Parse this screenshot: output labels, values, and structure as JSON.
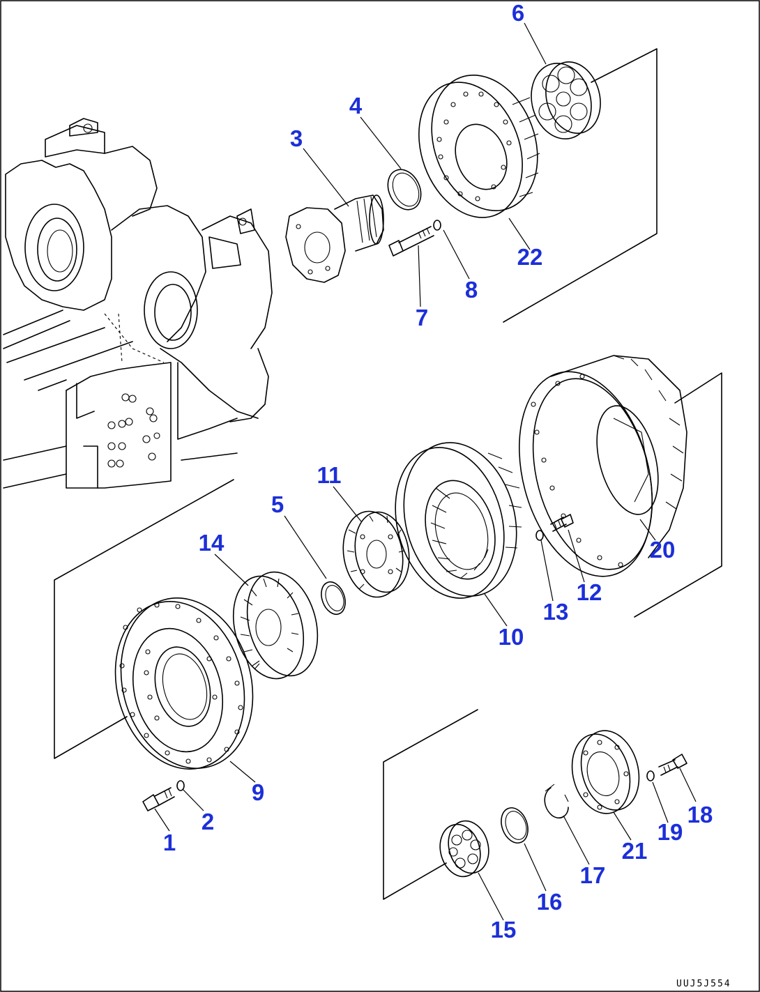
{
  "diagram": {
    "parts": [
      {
        "id": "p1",
        "label": "1"
      },
      {
        "id": "p2",
        "label": "2"
      },
      {
        "id": "p3",
        "label": "3"
      },
      {
        "id": "p4",
        "label": "4"
      },
      {
        "id": "p5",
        "label": "5"
      },
      {
        "id": "p6",
        "label": "6"
      },
      {
        "id": "p7",
        "label": "7"
      },
      {
        "id": "p8",
        "label": "8"
      },
      {
        "id": "p9",
        "label": "9"
      },
      {
        "id": "p10",
        "label": "10"
      },
      {
        "id": "p11",
        "label": "11"
      },
      {
        "id": "p12",
        "label": "12"
      },
      {
        "id": "p13",
        "label": "13"
      },
      {
        "id": "p14",
        "label": "14"
      },
      {
        "id": "p15",
        "label": "15"
      },
      {
        "id": "p16",
        "label": "16"
      },
      {
        "id": "p17",
        "label": "17"
      },
      {
        "id": "p18",
        "label": "18"
      },
      {
        "id": "p19",
        "label": "19"
      },
      {
        "id": "p20",
        "label": "20"
      },
      {
        "id": "p21",
        "label": "21"
      },
      {
        "id": "p22",
        "label": "22"
      }
    ],
    "reference_code": "UUJ5J554",
    "callout_color": "#1c2fd8",
    "line_color": "#000000"
  }
}
